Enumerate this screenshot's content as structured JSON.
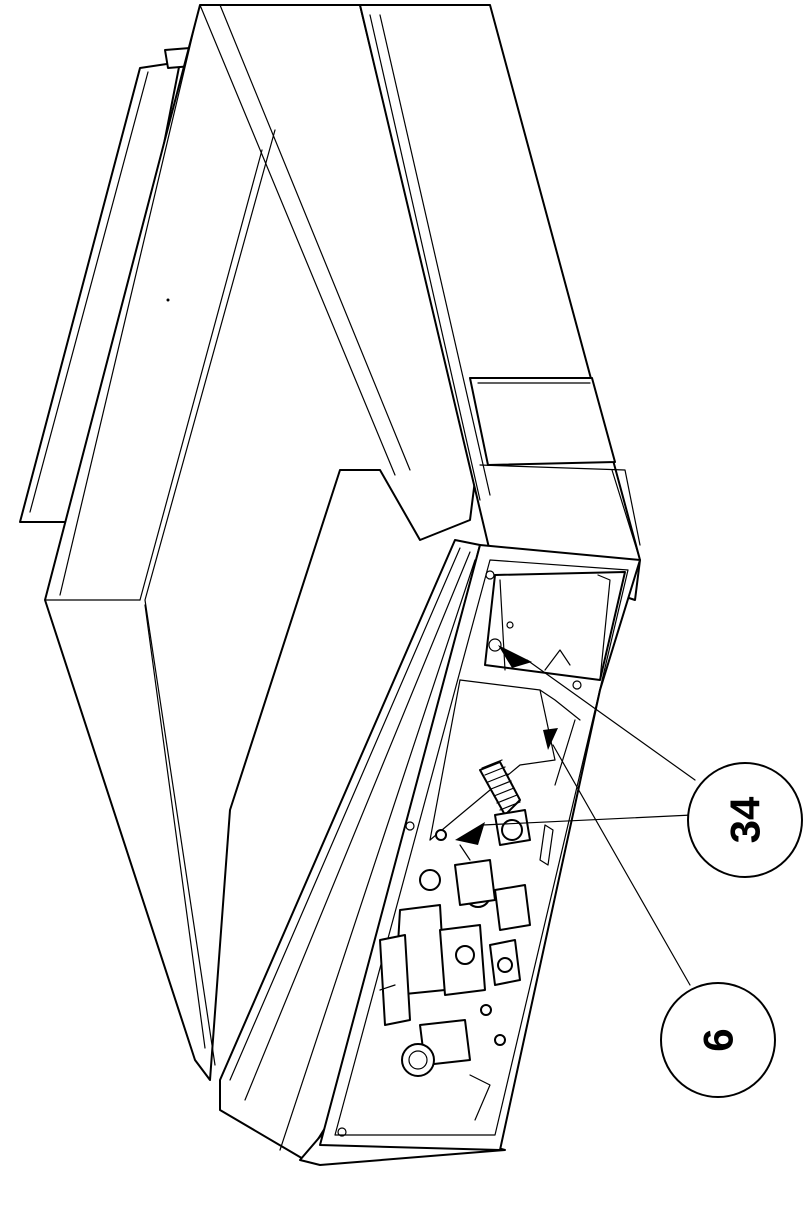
{
  "diagram": {
    "callouts": [
      {
        "id": "callout-34",
        "label": "34"
      },
      {
        "id": "callout-6",
        "label": "6"
      }
    ]
  }
}
